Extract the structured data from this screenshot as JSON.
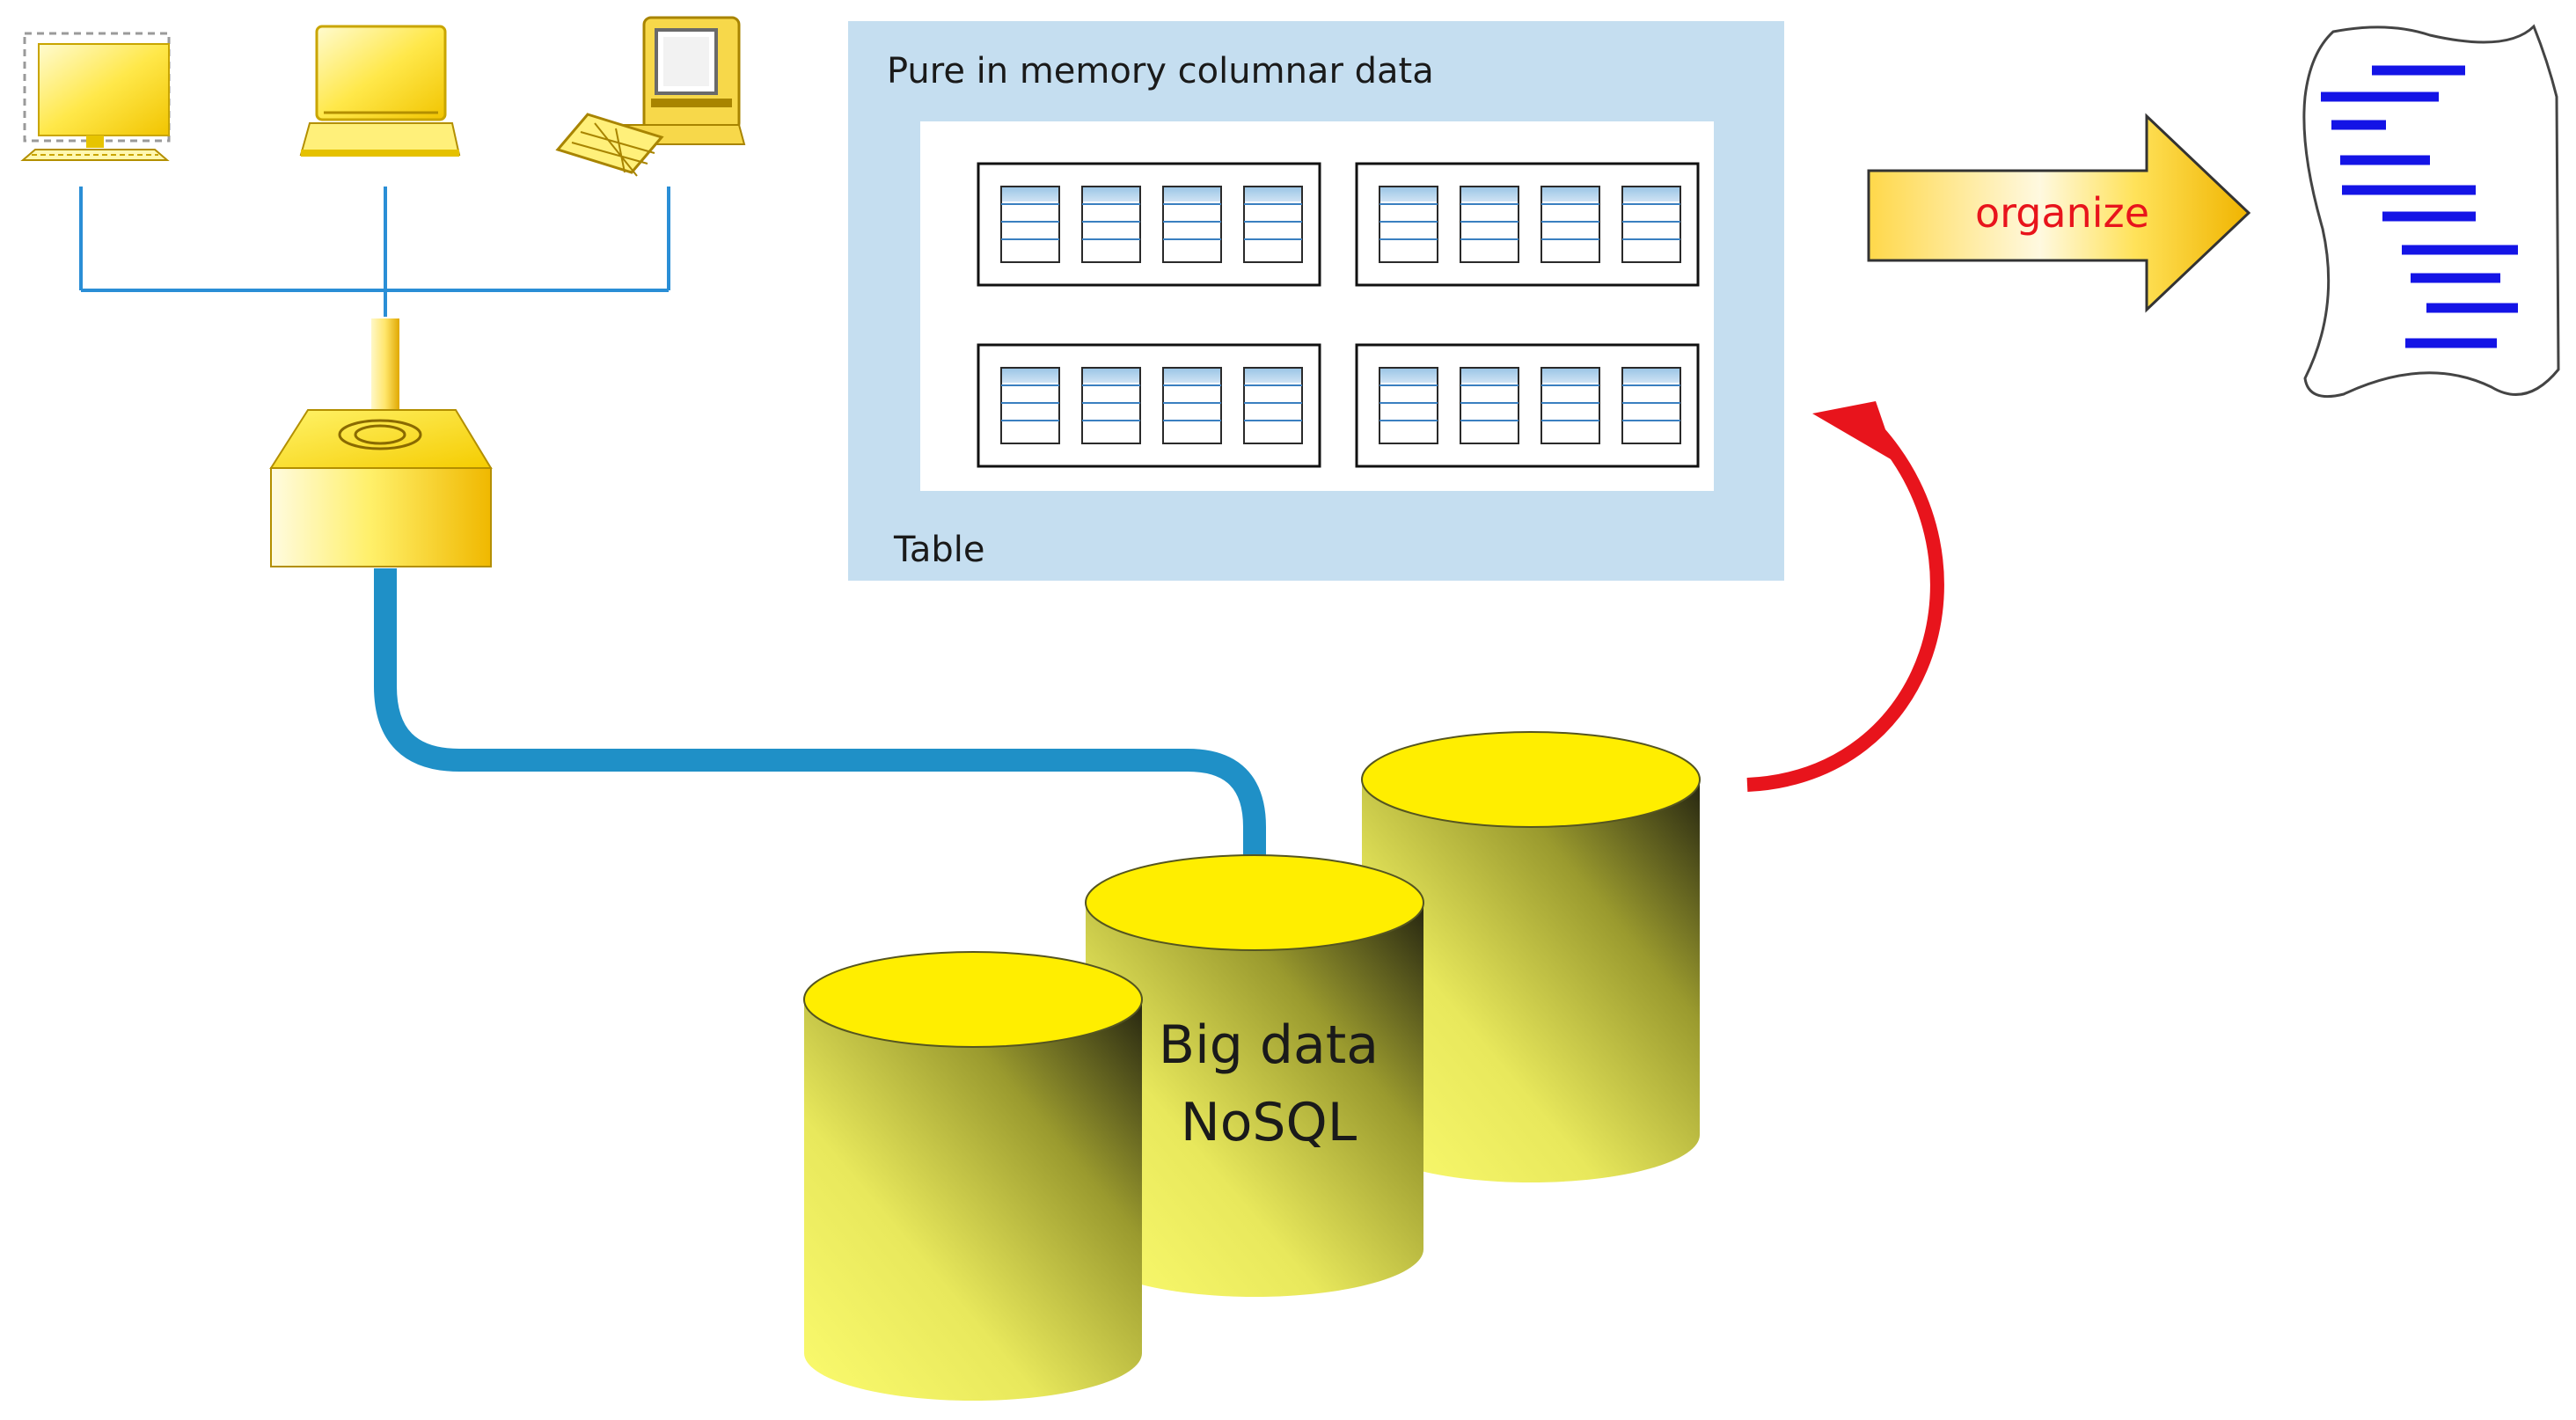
{
  "memory_panel": {
    "title": "Pure in memory columnar data",
    "footer": "Table"
  },
  "arrow": {
    "label": "organize"
  },
  "database": {
    "line1": "Big data",
    "line2": "NoSQL"
  },
  "colors": {
    "panel_bg": "#c5def0",
    "yellow": "#ffee00",
    "blue_pipe": "#1f90c7",
    "red_arrow": "#e8141c",
    "doc_lines": "#1414e6",
    "column_header": "#b6d4ec"
  },
  "icons": [
    "desktop-computer-icon",
    "laptop-icon",
    "workstation-icon",
    "router-hub-icon",
    "document-scroll-icon"
  ]
}
